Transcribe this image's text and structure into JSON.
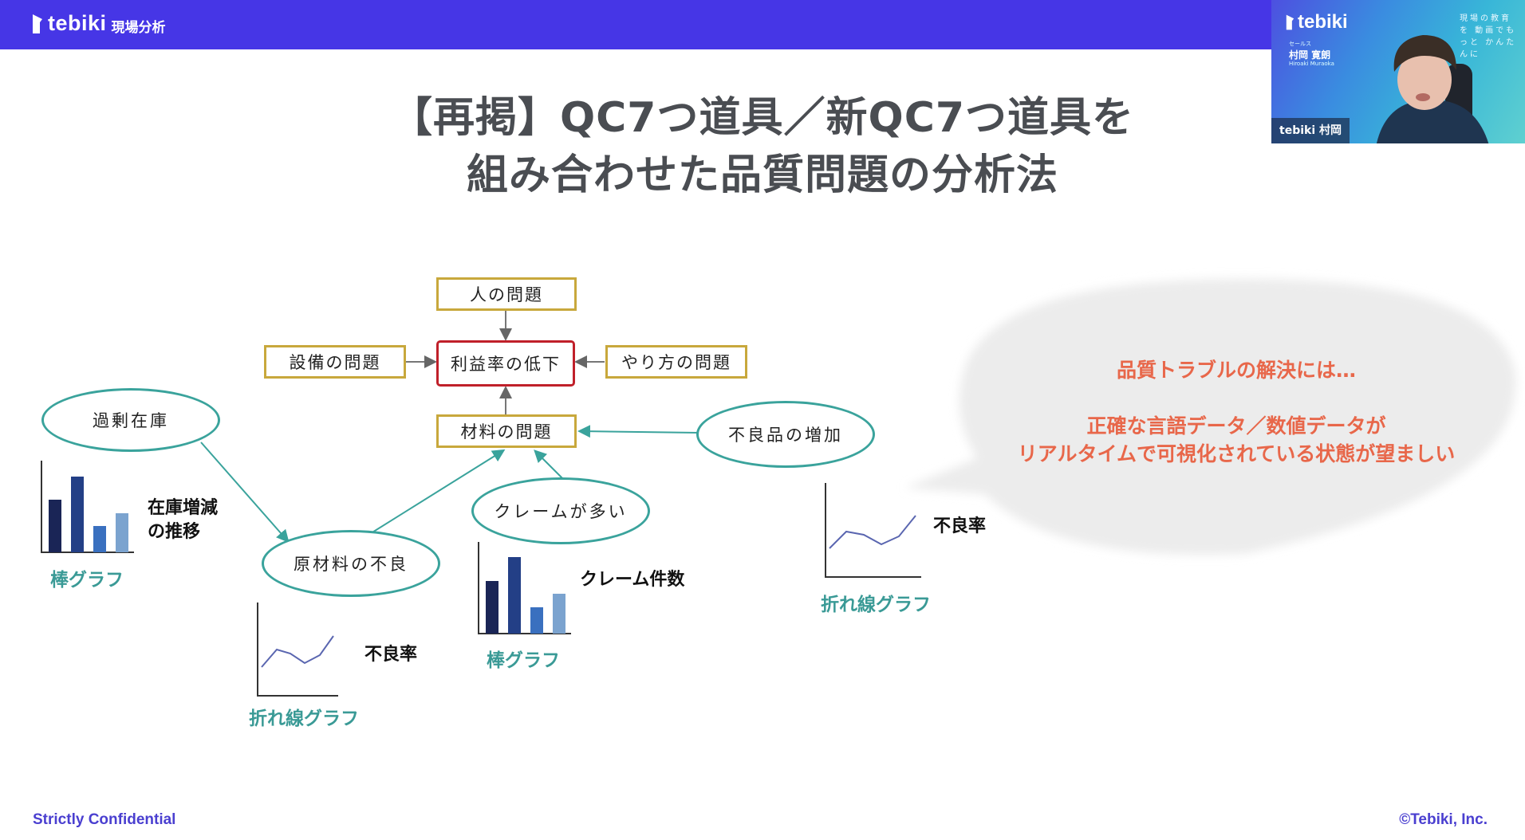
{
  "header": {
    "brand_name": "tebiki",
    "brand_sub": "現場分析",
    "bar_color": "#4636e6"
  },
  "webcam": {
    "logo": "tebiki",
    "role": "セールス",
    "person_name": "村岡 寛朗",
    "person_roman": "Hiroaki Muraoka",
    "tagline": "現場の教育を 動画でもっと かんたんに",
    "name_label": "tebiki 村岡"
  },
  "slide": {
    "title_line1": "【再掲】QC7つ道具／新QC7つ道具を",
    "title_line2": "組み合わせた品質問題の分析法",
    "boxes": {
      "person": "人の問題",
      "equipment": "設備の問題",
      "center": "利益率の低下",
      "method": "やり方の問題",
      "material": "材料の問題"
    },
    "ellipses": {
      "excess_inventory": "過剰在庫",
      "raw_material_defect": "原材料の不良",
      "many_claims": "クレームが多い",
      "defect_increase": "不良品の増加"
    },
    "charts": [
      {
        "kind": "bar",
        "label_line1": "在庫増減",
        "label_line2": "の推移",
        "type_label": "棒グラフ"
      },
      {
        "kind": "line",
        "label_line1": "不良率",
        "type_label": "折れ線グラフ"
      },
      {
        "kind": "bar",
        "label_line1": "クレーム件数",
        "type_label": "棒グラフ"
      },
      {
        "kind": "line",
        "label_line1": "不良率",
        "type_label": "折れ線グラフ"
      }
    ],
    "bubble": {
      "line1": "品質トラブルの解決には…",
      "line2": "正確な言語データ／数値データが",
      "line3": "リアルタイムで可視化されている状態が望ましい",
      "text_color": "#e8674a"
    },
    "colors": {
      "box_border": "#c8a83c",
      "center_border": "#c0202a",
      "ellipse_border": "#3aa39c",
      "chart_type_label": "#3a9a96",
      "bar_colors": [
        "#1a2556",
        "#233f86",
        "#3a70bf",
        "#7ba3cf"
      ]
    }
  },
  "footer": {
    "left": "Strictly Confidential",
    "right": "©Tebiki, Inc."
  }
}
